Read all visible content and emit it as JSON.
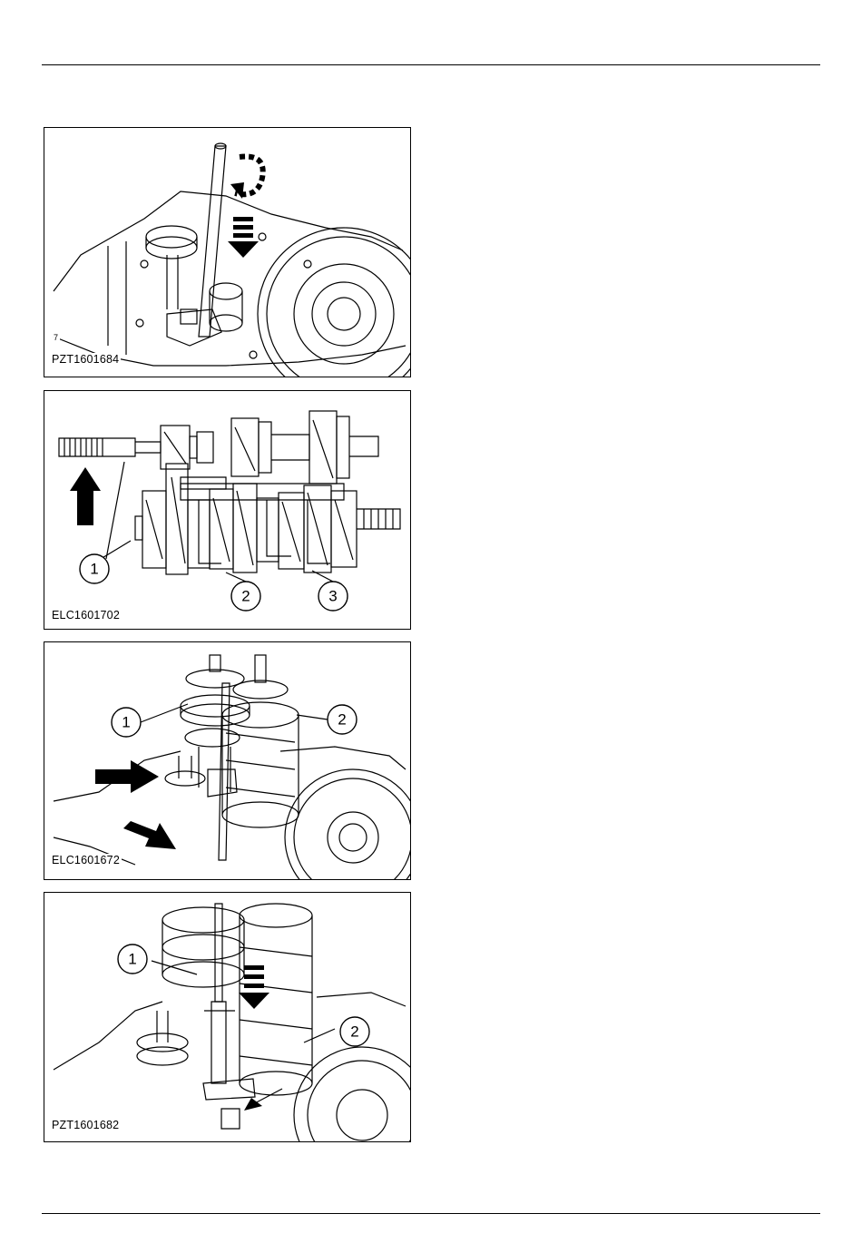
{
  "figures": [
    {
      "code": "PZT1601684",
      "edge_mark": "7"
    },
    {
      "code": "ELC1601702",
      "callouts": [
        "1",
        "2",
        "3"
      ]
    },
    {
      "code": "ELC1601672",
      "callouts": [
        "1",
        "2"
      ]
    },
    {
      "code": "PZT1601682",
      "callouts": [
        "1",
        "2"
      ]
    }
  ]
}
